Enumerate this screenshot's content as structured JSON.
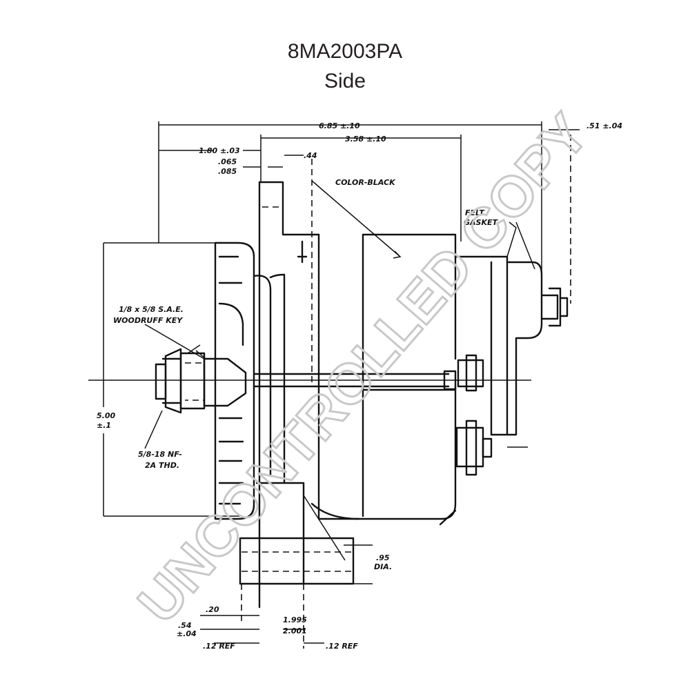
{
  "header": {
    "part_number": "8MA2003PA",
    "view": "Side"
  },
  "watermark": {
    "text": "UNCONTROLLED COPY",
    "color": "#c8c8c8"
  },
  "drawing": {
    "dimensions": {
      "overall_length": "6.85 ±.10",
      "body_length": "3.58 ±.10",
      "right_offset": ".51 ±.04",
      "pulley_offset": "1.80 ±.03",
      "gap_max": ".065",
      "gap_min": ".085",
      "shaft_offset": ".44",
      "height": "5.00",
      "height_tol": "±.1",
      "bottom_dia": ".95",
      "bottom_dia_label": "DIA.",
      "bottom_offset": ".20",
      "mount_width": ".54",
      "mount_width_tol": "±.04",
      "mount_bore_max": "1.995",
      "mount_bore_min": "2.001",
      "ref_left": ".12 REF",
      "ref_right": ".12 REF"
    },
    "callouts": {
      "color": "COLOR-BLACK",
      "felt_line1": "FELT",
      "felt_line2": "GASKET",
      "key_line1": "1/8 x 5/8 S.A.E.",
      "key_line2": "WOODRUFF KEY",
      "thread_line1": "5/8-18 NF-",
      "thread_line2": "2A THD."
    }
  }
}
